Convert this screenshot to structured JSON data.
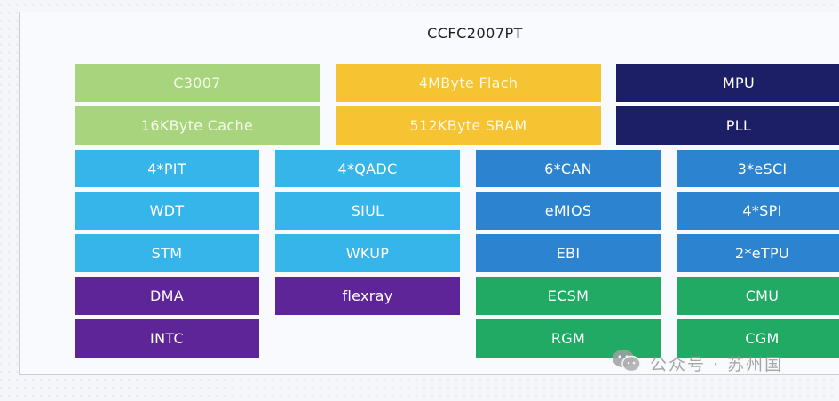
{
  "title": "CCFC2007PT",
  "blocks": {
    "c3007": "C3007",
    "cache": "16KByte Cache",
    "flash": "4MByte Flach",
    "sram": "512KByte SRAM",
    "mpu": "MPU",
    "pll": "PLL",
    "pit": "4*PIT",
    "wdt": "WDT",
    "stm": "STM",
    "dma": "DMA",
    "intc": "INTC",
    "qadc": "4*QADC",
    "siul": "SIUL",
    "wkup": "WKUP",
    "flexray": "flexray",
    "can": "6*CAN",
    "emios": "eMIOS",
    "ebi": "EBI",
    "ecsm": "ECSM",
    "rgm": "RGM",
    "esci": "3*eSCI",
    "spi": "4*SPI",
    "etpu": "2*eTPU",
    "cmu": "CMU",
    "cgm": "CGM"
  },
  "watermark": {
    "text": "公众号 · 苏州国",
    "icon": "wechat-icon"
  },
  "colors": {
    "green": "#a8d47d",
    "orange": "#f6c332",
    "navy": "#1c1f65",
    "sky": "#36b5ea",
    "blue": "#2c83cf",
    "purple": "#5e2599",
    "emerald": "#20aa63"
  }
}
